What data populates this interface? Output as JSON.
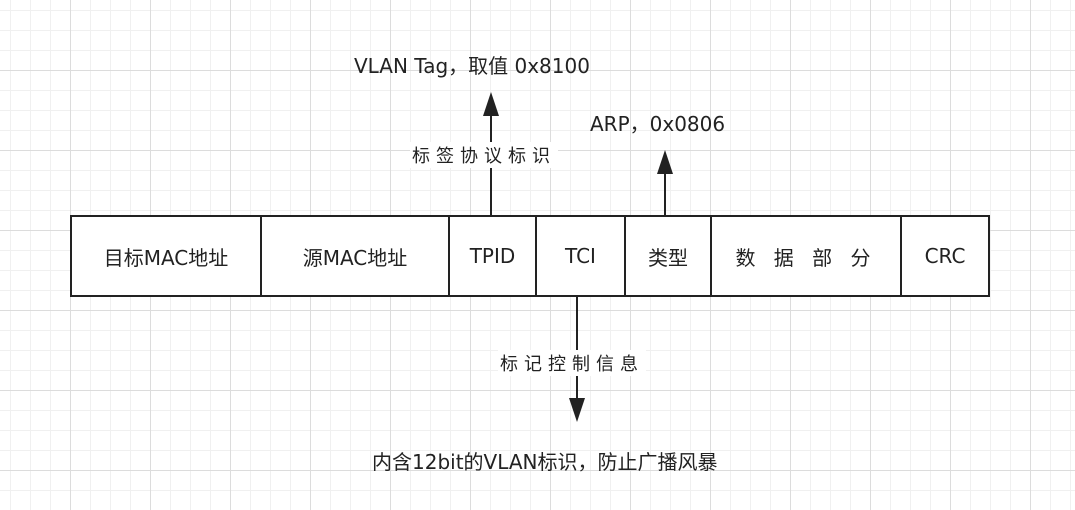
{
  "frame_fields": [
    "目标MAC地址",
    "源MAC地址",
    "TPID",
    "TCI",
    "类型",
    "数 据 部 分",
    "CRC"
  ],
  "annotations": {
    "tpid_value": "VLAN Tag，取值 0x8100",
    "tpid_meaning": "标签协议标识",
    "type_value": "ARP，0x0806",
    "tci_meaning": "标记控制信息",
    "tci_detail": "内含12bit的VLAN标识，防止广播风暴"
  }
}
